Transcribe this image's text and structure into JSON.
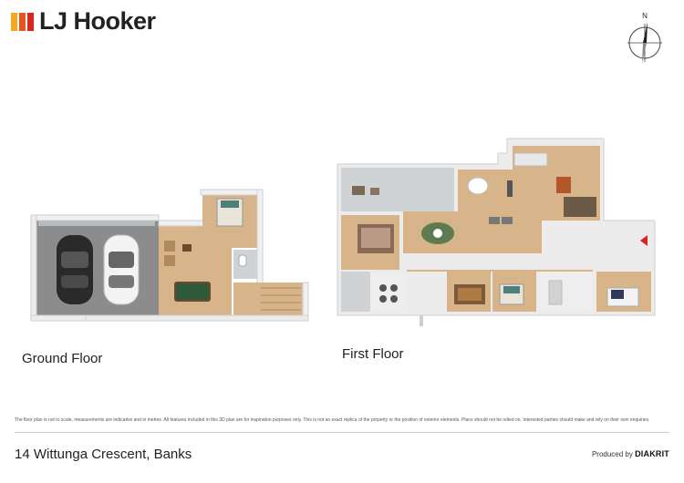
{
  "brand": {
    "name": "LJ Hooker",
    "mark_colors": [
      "#f5a623",
      "#e8541e",
      "#d7261e"
    ]
  },
  "compass": {
    "north_label": "N"
  },
  "floors": {
    "ground": {
      "label": "Ground Floor"
    },
    "first": {
      "label": "First Floor"
    }
  },
  "colors": {
    "floor_wood": "#d8b48a",
    "wall": "#f2f2f2",
    "wall_shadow": "#cfcfcf",
    "garage_floor": "#8a8a8a",
    "tile": "#cfd3d6",
    "rug_green": "#5e7a4e",
    "accent_red": "#d7261e"
  },
  "disclaimer": "The floor plan is not to scale, measurements are indicative and in metres. All features included in this 3D plan are for inspiration purposes only. This is not an exact replica of the property or the position of exterior elements. Plans should not be relied on. Interested parties should make and rely on their own enquiries.",
  "footer": {
    "address": "14 Wittunga Crescent, Banks",
    "produced_by_prefix": "Produced by",
    "produced_by_brand": "DIAKRIT"
  }
}
